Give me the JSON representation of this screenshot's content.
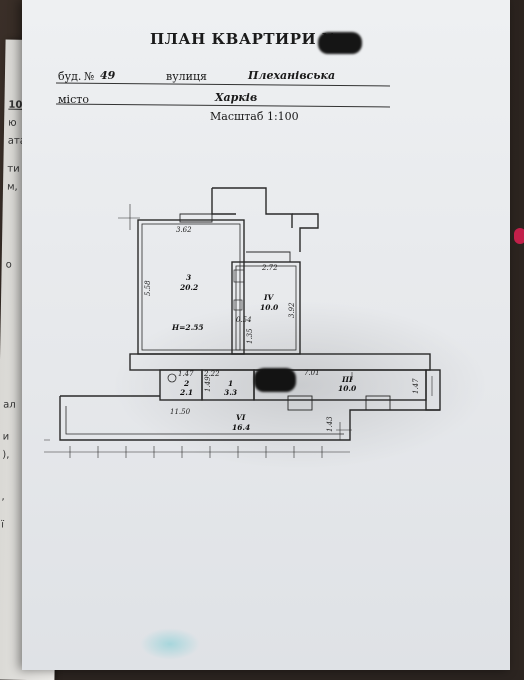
{
  "document": {
    "title": "ПЛАН КВАРТИРИ №",
    "house_label": "буд.",
    "house_no_sign": "№",
    "house_number": "49",
    "street_label": "вулиця",
    "street": "Плеханівська",
    "city_label": "місто",
    "city": "Харків",
    "scale": "Масштаб 1:100"
  },
  "plan_labels": {
    "room3_width": "3.62",
    "room3_height": "5.58",
    "room3_no": "3",
    "room3_area": "20.2",
    "ceiling": "H=2.55",
    "room4_width": "2.72",
    "room4_no": "IV",
    "room4_area": "10.0",
    "room4_side": "3.92",
    "dim_054": "0.54",
    "dim_135": "1.35",
    "dim_701": "7.01",
    "dim_147a": "1.47",
    "dim_222": "2.22",
    "dim_149": "1.49",
    "room2_no": "2",
    "room2_area": "2.1",
    "room1_no": "1",
    "room1_area": "3.3",
    "room3b_no": "III",
    "room3b_area": "10.0",
    "dim_147b": "1.47",
    "dim_1150": "11.50",
    "room6_no": "VI",
    "room6_area": "16.4",
    "dim_143": "1.43"
  },
  "side_sheet_fragments": [
    "10",
    "ю",
    "ата",
    "ти",
    "м,",
    "о",
    "ал",
    "и",
    "),",
    ",",
    "ї"
  ]
}
